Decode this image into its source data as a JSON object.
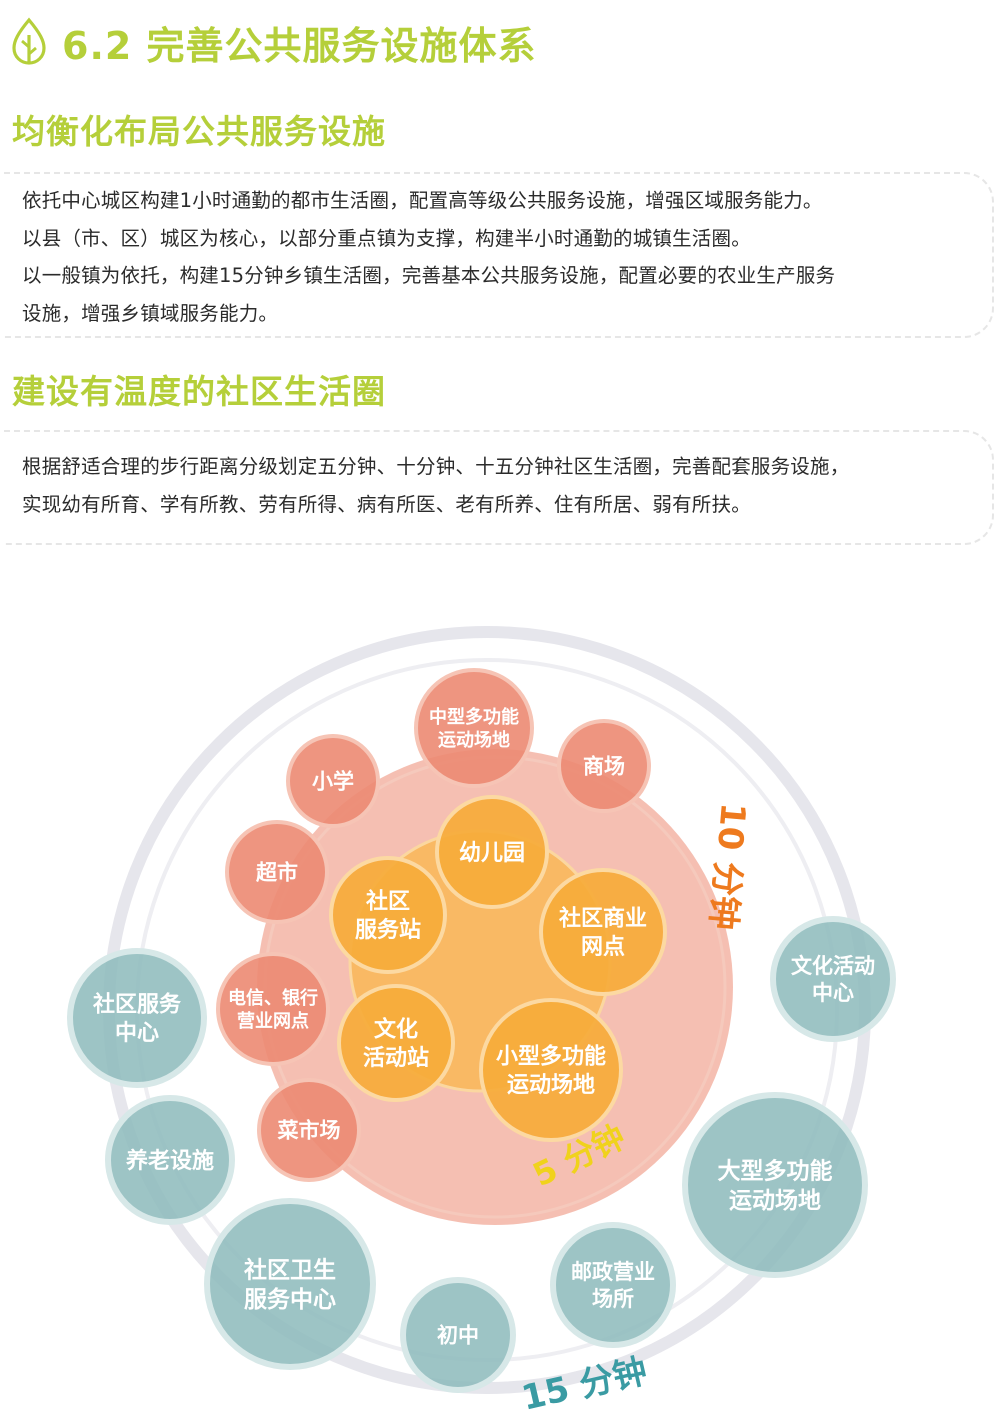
{
  "header": {
    "title": "6.2 完善公共服务设施体系",
    "icon": "leaf-icon"
  },
  "section1": {
    "title": "均衡化布局公共服务设施",
    "lines": [
      "依托中心城区构建1小时通勤的都市生活圈，配置高等级公共服务设施，增强区域服务能力。",
      "以县（市、区）城区为核心，以部分重点镇为支撑，构建半小时通勤的城镇生活圈。",
      "以一般镇为依托，构建15分钟乡镇生活圈，完善基本公共服务设施，配置必要的农业生产服务",
      "设施，增强乡镇域服务能力。"
    ]
  },
  "section2": {
    "title": "建设有温度的社区生活圈",
    "lines": [
      "根据舒适合理的步行距离分级划定五分钟、十分钟、十五分钟社区生活圈，完善配套服务设施，",
      "实现幼有所育、学有所教、劳有所得、病有所医、老有所养、住有所居、弱有所扶。"
    ]
  },
  "diagram": {
    "colors": {
      "five_min": "#f6ab3a",
      "ten_min": "#ec8a72",
      "fifteen_min": "#8fbcbd",
      "ring": "#e6e6ec",
      "five_label": "#f0d21c",
      "ten_label": "#ee7a1e",
      "fifteen_label": "#3a9ba3"
    },
    "labels": {
      "five": "5 分钟",
      "ten": "10 分钟",
      "fifteen": "15 分钟"
    },
    "five_min_facilities": [
      [
        "幼儿园"
      ],
      [
        "社区商业",
        "网点"
      ],
      [
        "小型多功能",
        "运动场地"
      ],
      [
        "文化",
        "活动站"
      ],
      [
        "社区",
        "服务站"
      ]
    ],
    "ten_min_facilities": [
      [
        "中型多功能",
        "运动场地"
      ],
      [
        "商场"
      ],
      [
        "小学"
      ],
      [
        "超市"
      ],
      [
        "电信、银行",
        "营业网点"
      ],
      [
        "菜市场"
      ]
    ],
    "fifteen_min_facilities": [
      [
        "文化活动",
        "中心"
      ],
      [
        "大型多功能",
        "运动场地"
      ],
      [
        "邮政营业",
        "场所"
      ],
      [
        "初中"
      ],
      [
        "社区卫生",
        "服务中心"
      ],
      [
        "养老设施"
      ],
      [
        "社区服务",
        "中心"
      ]
    ]
  }
}
